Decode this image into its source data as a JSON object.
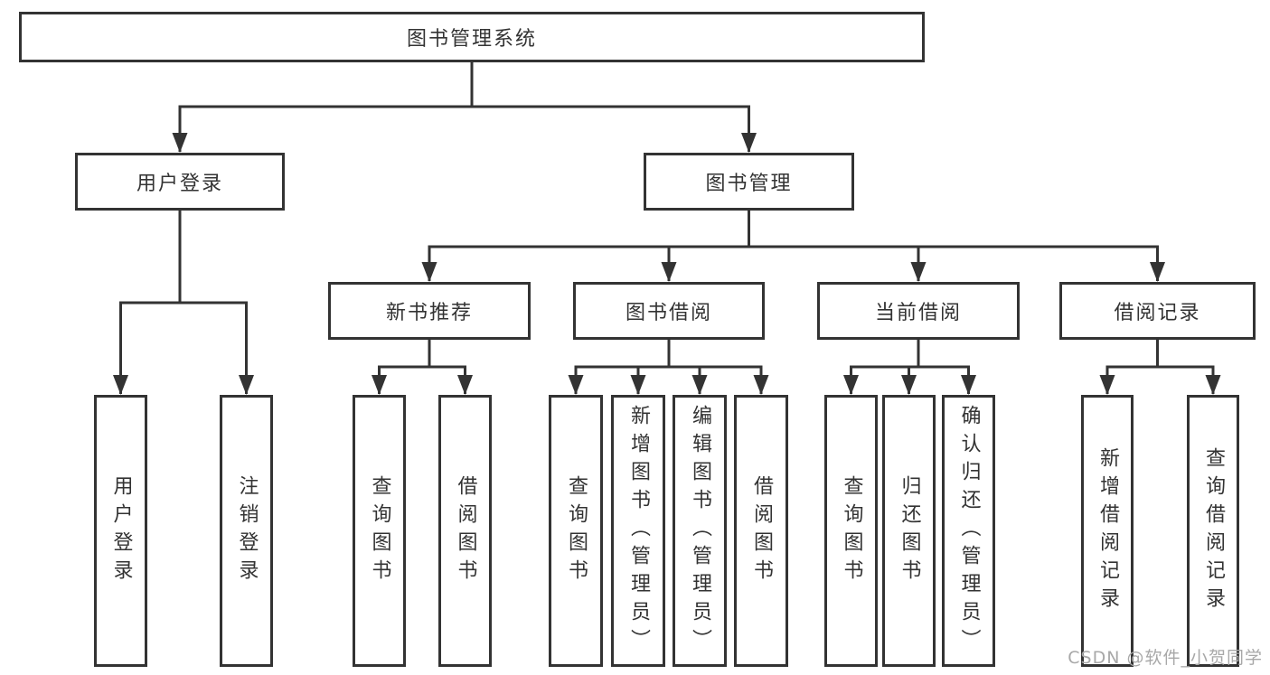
{
  "diagram_title": "图书管理系统",
  "tree": {
    "root": {
      "label": "图书管理系统",
      "children": [
        {
          "label": "用户登录",
          "children": [
            {
              "label": "用户登录"
            },
            {
              "label": "注销登录"
            }
          ]
        },
        {
          "label": "图书管理",
          "children": [
            {
              "label": "新书推荐",
              "children": [
                {
                  "label": "查询图书"
                },
                {
                  "label": "借阅图书"
                }
              ]
            },
            {
              "label": "图书借阅",
              "children": [
                {
                  "label": "查询图书"
                },
                {
                  "label": "新增图书（管理员）"
                },
                {
                  "label": "编辑图书（管理员）"
                },
                {
                  "label": "借阅图书"
                }
              ]
            },
            {
              "label": "当前借阅",
              "children": [
                {
                  "label": "查询图书"
                },
                {
                  "label": "归还图书"
                },
                {
                  "label": "确认归还（管理员）"
                }
              ]
            },
            {
              "label": "借阅记录",
              "children": [
                {
                  "label": "新增借阅记录"
                },
                {
                  "label": "查询借阅记录"
                }
              ]
            }
          ]
        }
      ]
    }
  },
  "watermark": "CSDN @软件_小贺同学",
  "colors": {
    "line": "#333333",
    "box_border": "#333333",
    "text": "#333333",
    "watermark": "#a8a8a8",
    "background": "#ffffff"
  }
}
